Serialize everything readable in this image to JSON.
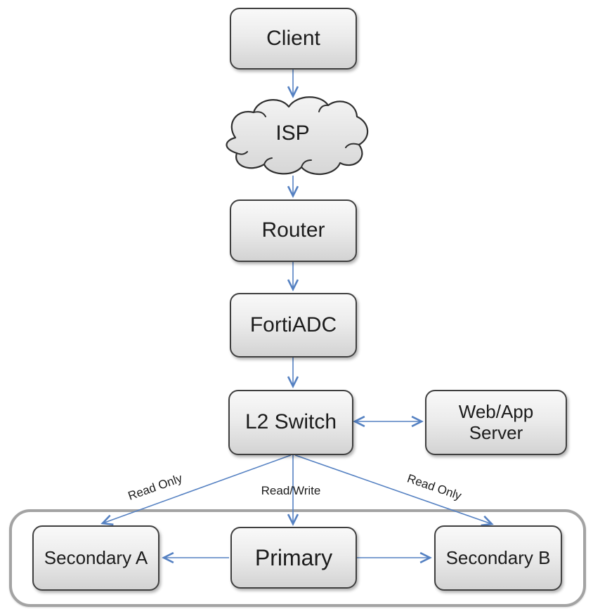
{
  "diagram": {
    "nodes": {
      "client": {
        "label": "Client"
      },
      "isp": {
        "label": "ISP"
      },
      "router": {
        "label": "Router"
      },
      "fortiadc": {
        "label": "FortiADC"
      },
      "l2switch": {
        "label": "L2 Switch"
      },
      "webapp": {
        "label": "Web/App Server"
      },
      "secondary_a": {
        "label": "Secondary A"
      },
      "primary": {
        "label": "Primary"
      },
      "secondary_b": {
        "label": "Secondary B"
      }
    },
    "edge_labels": {
      "read_only_left": "Read Only",
      "read_write": "Read/Write",
      "read_only_right": "Read Only"
    },
    "colors": {
      "arrow": "#5581c2",
      "node_border": "#3f3f3f",
      "node_fill_top": "#f9f9f9",
      "node_fill_bottom": "#d3d3d3",
      "cluster_border": "#a3a3a3",
      "text": "#1c1c1c"
    }
  }
}
